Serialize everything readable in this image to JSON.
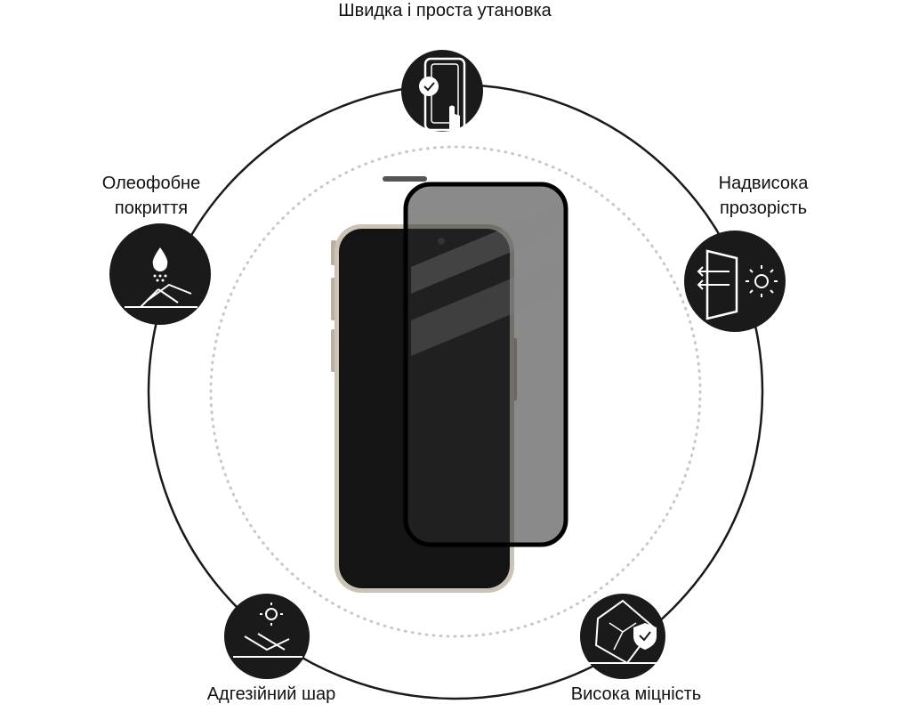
{
  "features": {
    "top": "Швидка і проста утановка",
    "left_line1": "Олеофобне",
    "left_line2": "покриття",
    "right_line1": "Надвисока",
    "right_line2": "прозорість",
    "bottom_left": "Адгезійний шар",
    "bottom_right": "Висока міцність"
  },
  "colors": {
    "icon_bg": "#1a1a1a",
    "phone": "#1c1c1c",
    "glass_frame": "#000000",
    "frame_gold": "#c9c2b4"
  }
}
